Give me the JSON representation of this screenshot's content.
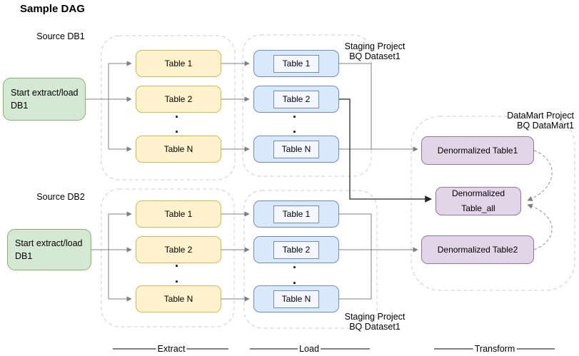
{
  "title": "Sample DAG",
  "dot": ".",
  "stages": {
    "extract": "Extract",
    "load": "Load",
    "transform": "Transform"
  },
  "extract1": {
    "source_label": "Source DB1",
    "start": {
      "line1": "Start extract/load",
      "line2": "DB1"
    },
    "tables": [
      "Table 1",
      "Table 2",
      "Table N"
    ]
  },
  "load1": {
    "tables": [
      "Table 1",
      "Table 2",
      "Table N"
    ],
    "label": {
      "line1": "Staging Project",
      "line2": "BQ Dataset1"
    }
  },
  "extract2": {
    "source_label": "Source DB2",
    "start": {
      "line1": "Start extract/load",
      "line2": "DB1"
    },
    "tables": [
      "Table 1",
      "Table 2",
      "Table N"
    ]
  },
  "load2": {
    "tables": [
      "Table 1",
      "Table 2",
      "Table N"
    ],
    "label": {
      "line1": "Staging Project",
      "line2": "BQ Dataset1"
    }
  },
  "transform": {
    "label": {
      "line1": "DataMart Project",
      "line2": "BQ DataMart1"
    },
    "denorm_table1": "Denormalized Table1",
    "denorm_all": {
      "line1": "Denormalized",
      "line2": "Table_all"
    },
    "denorm_table2": "Denormalized Table2"
  },
  "colors": {
    "start_fill": "#d5e8d4",
    "start_stroke": "#82b366",
    "extract_fill": "#fff2cc",
    "extract_stroke": "#d6b656",
    "load_fill": "#dae8fc",
    "load_stroke": "#6c8ebf",
    "denorm_fill": "#e1d5e7",
    "denorm_stroke": "#9673a6",
    "connector": "#808080",
    "connector_dark": "#262626",
    "container_border": "#cccccc",
    "text": "#000000"
  }
}
